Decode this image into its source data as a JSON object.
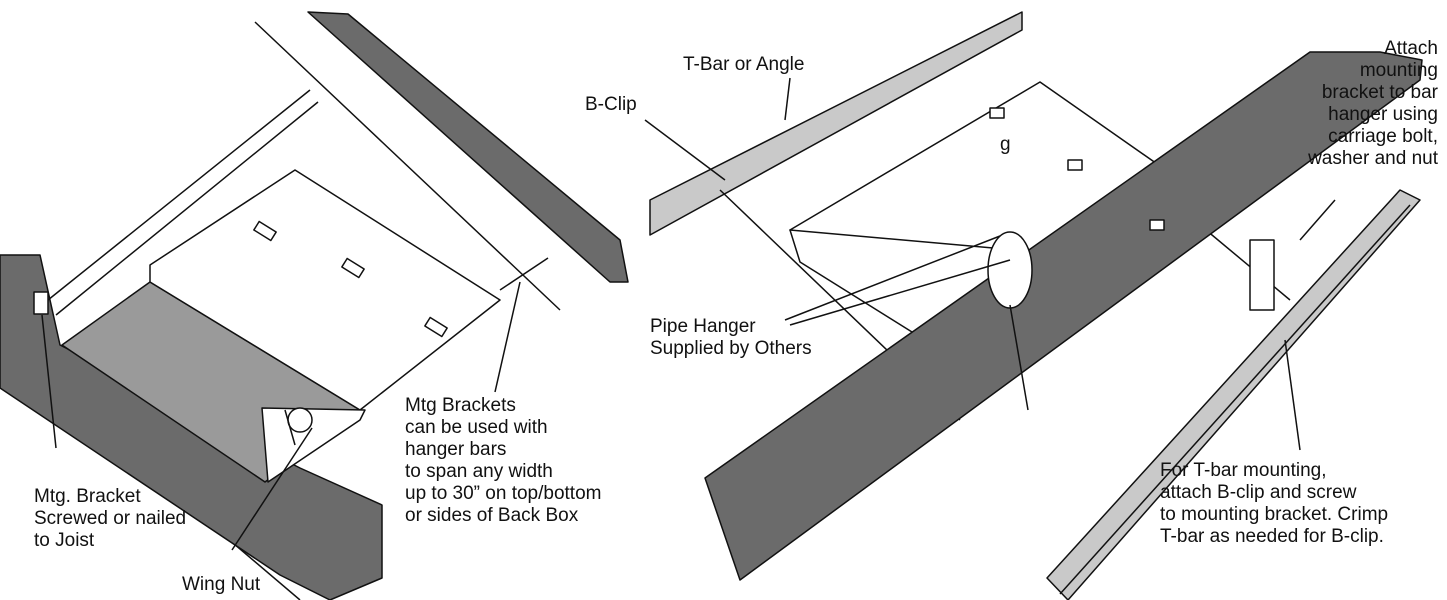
{
  "left": {
    "mtg_bracket_joist": [
      "Mtg. Bracket",
      "Screwed or nailed",
      "to Joist"
    ],
    "wing_nut": [
      "Wing Nut"
    ],
    "mtg_brackets_span": [
      "Mtg Brackets",
      "can be used with",
      "hanger bars",
      "to span any width",
      "up to 30” on top/bottom",
      "or sides of Back Box"
    ]
  },
  "right": {
    "tbar_or_angle": [
      "T-Bar or Angle"
    ],
    "b_clip": [
      "B-Clip"
    ],
    "g_mark": [
      "g"
    ],
    "pipe_hanger": [
      "Pipe Hanger",
      "Supplied by Others"
    ],
    "attach_bracket": [
      "Attach",
      "mounting",
      "bracket to bar",
      "hanger using",
      "carriage bolt,",
      "washer and nut"
    ],
    "tbar_mounting": [
      "For T-bar mounting,",
      "attach B-clip and screw",
      "to mounting bracket.  Crimp",
      "T-bar as needed for B-clip."
    ]
  },
  "colors": {
    "line": "#111111",
    "dark_gray": "#6b6b6b",
    "medium_gray": "#9a9a9a",
    "light_gray": "#c9c9c9",
    "background": "#ffffff"
  }
}
